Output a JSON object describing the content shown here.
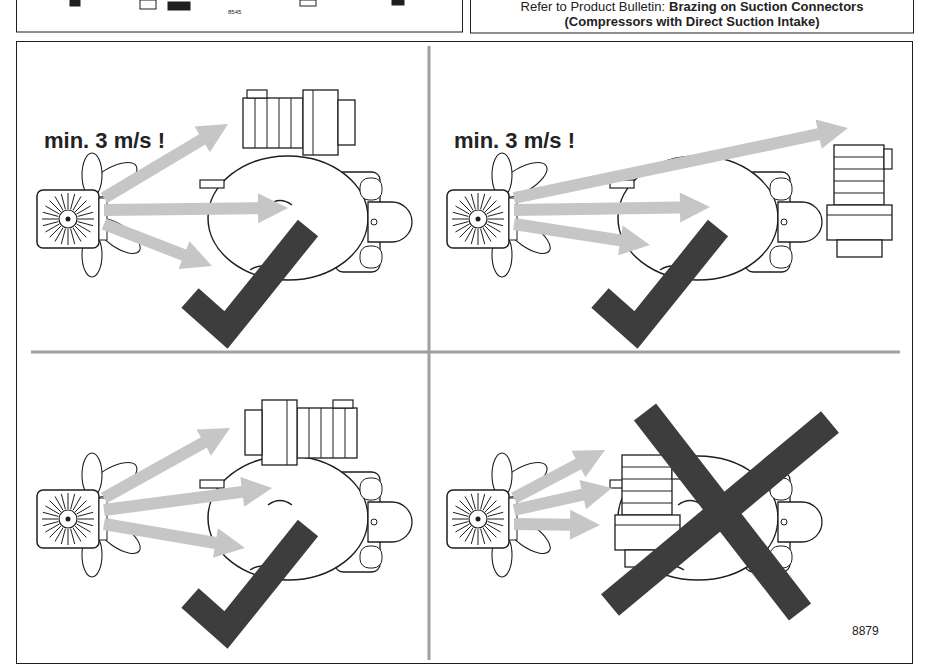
{
  "diagram": {
    "labels": [
      "8545",
      "Refer to Product Bulletin:",
      "Brazing on Suction Connectors",
      "(Compressors with Direct Suction Intake)",
      "min. 3 m/s !",
      "min. 3 m/s !",
      "8879"
    ]
  }
}
